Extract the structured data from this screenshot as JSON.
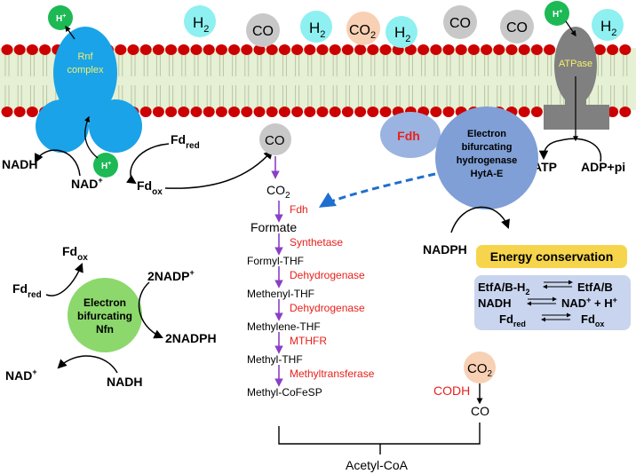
{
  "membrane": {
    "rnf": {
      "line1": "Rnf",
      "line2": "complex",
      "proton_top": "H",
      "proton_bottom": "H",
      "plus": "+"
    },
    "atpase": {
      "label": "ATPase",
      "proton": "H",
      "plus": "+"
    },
    "gases": {
      "h2_a": "H",
      "co_a": "CO",
      "h2_b": "H",
      "co2": "CO",
      "h2_c": "H",
      "co_b": "CO",
      "co_c": "CO",
      "h2_d": "H",
      "sub2": "2"
    }
  },
  "rnf_reactions": {
    "nadh": "NADH",
    "nad": "NAD",
    "plus": "+",
    "fd_red": "Fd",
    "fd_ox": "Fd",
    "sub_red": "red",
    "sub_ox": "ox"
  },
  "atp_reaction": {
    "atp": "ATP",
    "adp": "ADP+pi"
  },
  "hydrogenase": {
    "fdh": "Fdh",
    "line1": "Electron",
    "line2": "bifurcating",
    "line3": "hydrogenase",
    "line4": "HytA-E",
    "nadph": "NADPH",
    "fd_red": "Fd",
    "sub_red": "red"
  },
  "pathway": {
    "co_bubble": "CO",
    "co2": "CO",
    "co2_sub": "2",
    "steps": [
      {
        "enzyme": "Fdh",
        "product": "Formate"
      },
      {
        "enzyme": "Synthetase",
        "product": "Formyl-THF"
      },
      {
        "enzyme": "Dehydrogenase",
        "product": "Methenyl-THF"
      },
      {
        "enzyme": "Dehydrogenase",
        "product": "Methylene-THF"
      },
      {
        "enzyme": "MTHFR",
        "product": "Methyl-THF"
      },
      {
        "enzyme": "Methyltransferase",
        "product": "Methyl-CoFeSP"
      }
    ],
    "carbonyl": {
      "co2": "CO",
      "co2_sub": "2",
      "enzyme": "CODH",
      "product": "CO"
    },
    "final": "Acetyl-CoA"
  },
  "nfn": {
    "line1": "Electron",
    "line2": "bifurcating",
    "line3": "Nfn",
    "fd_ox": "Fd",
    "fd_red": "Fd",
    "sub_ox": "ox",
    "sub_red": "red",
    "nadp": "2NADP",
    "plus": "+",
    "nadph": "2NADPH",
    "nad": "NAD",
    "nadh": "NADH"
  },
  "energy": {
    "title": "Energy conservation",
    "rows": [
      {
        "left": "EtfA/B-H",
        "left_sub": "2",
        "right": "EtfA/B"
      },
      {
        "left": "NADH",
        "right": "NAD",
        "right_sup": "+",
        "right_tail": " + H",
        "right_tail_sup": "+"
      },
      {
        "left": "Fd",
        "left_sub": "red",
        "right": "Fd",
        "right_sub": "ox"
      }
    ]
  },
  "colors": {
    "membrane_head": "#cc0000",
    "membrane_tail": "#e6f0d4",
    "rnf": "#1aa3e8",
    "proton": "#1db954",
    "h2_bubble": "#8ef0f0",
    "co_bubble": "#c8c8c8",
    "co2_bubble": "#f8d0b4",
    "atpase": "#808080",
    "fdh": "#9ab3e0",
    "hydrogenase": "#7f9fd6",
    "nfn": "#8cd86c",
    "energy_title": "#f6d54c",
    "energy_box": "#c9d5ef",
    "pathway_arrow": "#8a3fc7",
    "dashed_arrow": "#1f6fcf",
    "enzyme_text": "#e8211c"
  }
}
